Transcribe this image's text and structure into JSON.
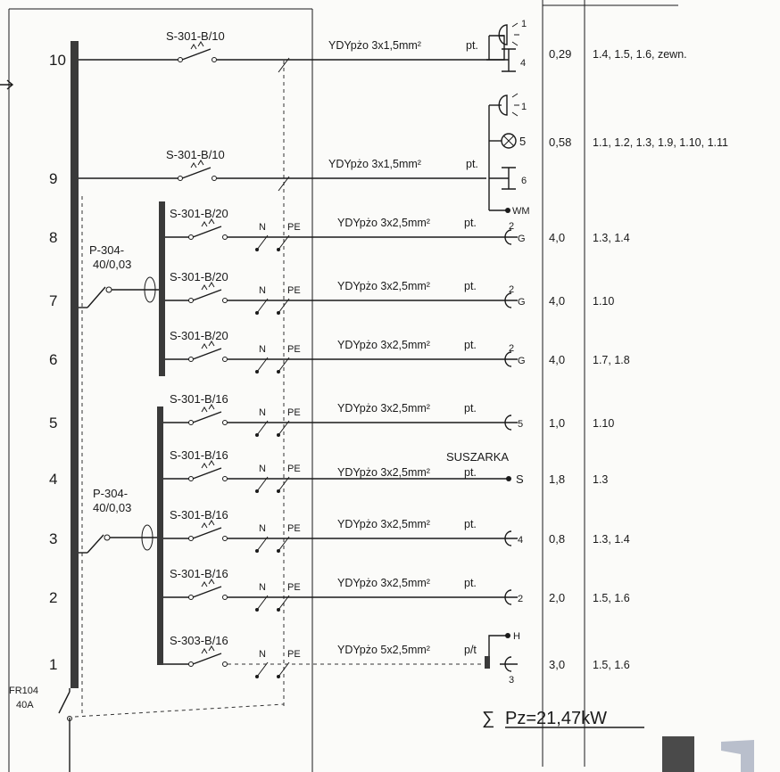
{
  "main_breaker": {
    "name": "FR104",
    "rating": "40A"
  },
  "rcd_top": {
    "name": "P-304-",
    "rating": "40/0,03"
  },
  "rcd_bottom": {
    "name": "P-304-",
    "rating": "40/0,03"
  },
  "neutral_label": "N",
  "pe_label": "PE",
  "circuits": [
    {
      "no": "10",
      "breaker": "S-301-B/10",
      "cable": "YDYpżo 3x1,5mm²",
      "lay": "pt.",
      "power": "0,29",
      "rooms": "1.4, 1.5, 1.6, zewn."
    },
    {
      "no": "9",
      "breaker": "S-301-B/10",
      "cable": "YDYpżo 3x1,5mm²",
      "lay": "pt.",
      "power": "0,58",
      "rooms": "1.1, 1.2, 1.3, 1.9, 1.10, 1.11"
    },
    {
      "no": "8",
      "breaker": "S-301-B/20",
      "cable": "YDYpżo 3x2,5mm²",
      "lay": "pt.",
      "power": "4,0",
      "rooms": "1.3, 1.4"
    },
    {
      "no": "7",
      "breaker": "S-301-B/20",
      "cable": "YDYpżo 3x2,5mm²",
      "lay": "pt.",
      "power": "4,0",
      "rooms": "1.10"
    },
    {
      "no": "6",
      "breaker": "S-301-B/20",
      "cable": "YDYpżo 3x2,5mm²",
      "lay": "pt.",
      "power": "4,0",
      "rooms": "1.7, 1.8"
    },
    {
      "no": "5",
      "breaker": "S-301-B/16",
      "cable": "YDYpżo 3x2,5mm²",
      "lay": "pt.",
      "power": "1,0",
      "rooms": "1.10"
    },
    {
      "no": "4",
      "breaker": "S-301-B/16",
      "cable": "YDYpżo 3x2,5mm²",
      "lay": "pt.",
      "power": "1,8",
      "rooms": "1.3"
    },
    {
      "no": "3",
      "breaker": "S-301-B/16",
      "cable": "YDYpżo 3x2,5mm²",
      "lay": "pt.",
      "power": "0,8",
      "rooms": "1.3, 1.4"
    },
    {
      "no": "2",
      "breaker": "S-301-B/16",
      "cable": "YDYpżo 3x2,5mm²",
      "lay": "pt.",
      "power": "2,0",
      "rooms": "1.5, 1.6"
    },
    {
      "no": "1",
      "breaker": "S-303-B/16",
      "cable": "YDYpżo 5x2,5mm²",
      "lay": "p/t",
      "power": "3,0",
      "rooms": "1.5, 1.6"
    }
  ],
  "loads": {
    "c10_lamp": "1",
    "c10_strip": "4",
    "c9_lamp": "1",
    "c9_bulb": "5",
    "c9_strip": "6",
    "c9_wm": "WM",
    "c8_sock": "2",
    "c8_g": "G",
    "c7_sock": "2",
    "c7_g": "G",
    "c6_sock": "2",
    "c6_g": "G",
    "c5_sock": "5",
    "c4_title": "SUSZARKA",
    "c4_s": "S",
    "c3_sock": "4",
    "c2_sock": "2",
    "c1_h": "H",
    "c1_sock": "3"
  },
  "total": {
    "symbol": "∑",
    "text": "Pz=21,47kW"
  }
}
